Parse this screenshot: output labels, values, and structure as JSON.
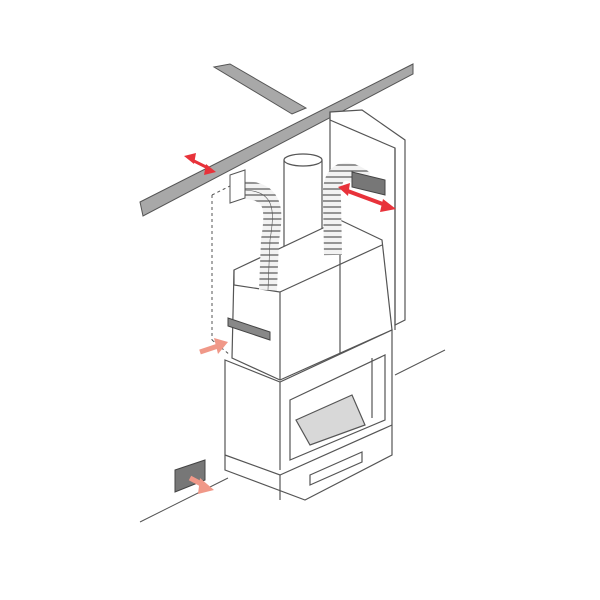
{
  "diagram": {
    "subject": "fireplace-hot-air-ducting-installation",
    "colors": {
      "line": "#4a4a4a",
      "ceiling_fill": "#a8a8a8",
      "arrow_hot": "#e8323a",
      "arrow_cold": "#f09888",
      "duct_fill": "#f2f2f2",
      "fire_bed": "#d8d8d8"
    },
    "arrows": [
      {
        "id": "ceiling-outlet-arrow",
        "kind": "hot-air-outlet"
      },
      {
        "id": "side-vent-outlet-arrow",
        "kind": "hot-air-outlet"
      },
      {
        "id": "side-intake-arrow",
        "kind": "cold-air-intake"
      },
      {
        "id": "floor-intake-arrow",
        "kind": "cold-air-intake"
      }
    ]
  }
}
